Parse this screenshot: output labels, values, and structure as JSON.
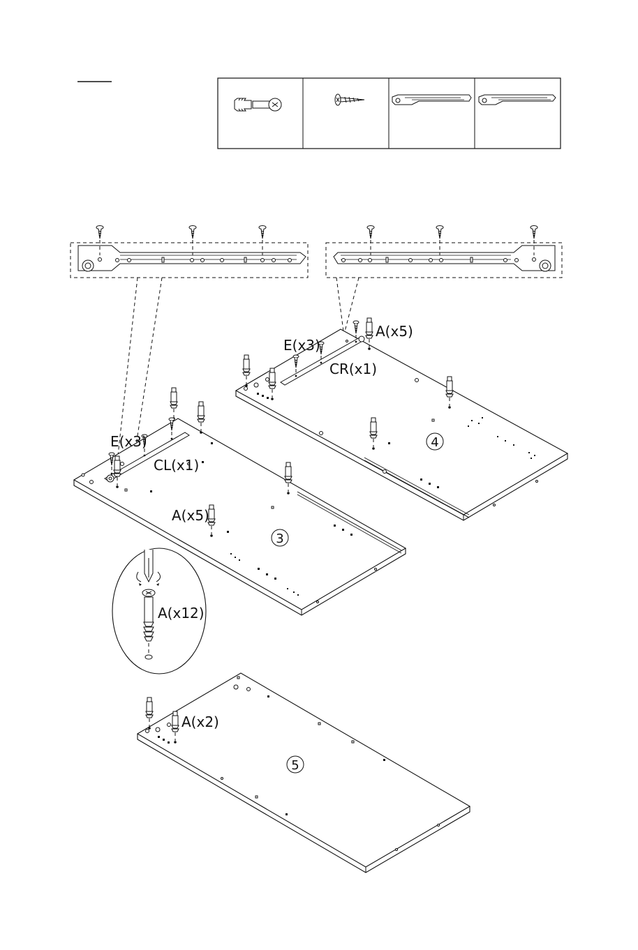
{
  "hardware_table": {
    "cells": [
      {
        "icon": "cam-dowel-icon"
      },
      {
        "icon": "wood-screw-icon"
      },
      {
        "icon": "drawer-rail-left-icon"
      },
      {
        "icon": "drawer-rail-right-icon"
      }
    ]
  },
  "callouts": {
    "panel3": {
      "screws": "E(x3)",
      "rail": "CL(x1)",
      "dowels": "A(x5)",
      "number": "3"
    },
    "panel4": {
      "screws": "E(x3)",
      "rail": "CR(x1)",
      "dowels": "A(x5)",
      "number": "4"
    },
    "detail": {
      "dowels": "A(x12)"
    },
    "panel5": {
      "dowels": "A(x2)",
      "number": "5"
    }
  },
  "colors": {
    "line": "#111111",
    "background": "#ffffff"
  }
}
